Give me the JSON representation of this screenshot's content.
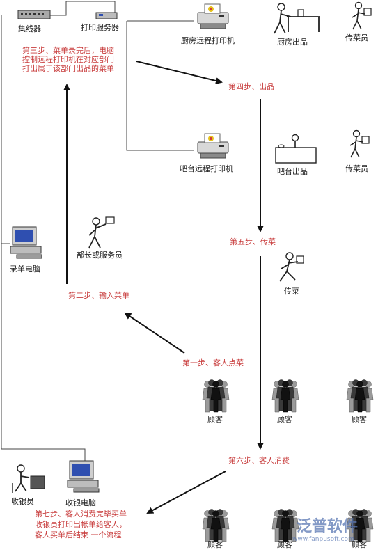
{
  "labels": {
    "hub": "集线器",
    "print_server": "打印服务器",
    "kitchen_printer": "厨房远程打印机",
    "kitchen_output": "厨房出品",
    "runner_top": "传菜员",
    "bar_printer": "吧台远程打印机",
    "bar_output": "吧台出品",
    "runner_mid": "传菜员",
    "order_pc": "录单电脑",
    "waiter": "部长或服务员",
    "runner_serve": "传菜",
    "customer_1": "顾客",
    "customer_2": "顾客",
    "customer_3": "顾客",
    "cashier": "收银员",
    "cashier_pc": "收银电脑",
    "customer_4": "顾客",
    "customer_5": "顾客",
    "customer_6": "顾客"
  },
  "steps": {
    "step1": "第一步、客人点菜",
    "step2": "第二步、输入菜单",
    "step3": "第三步、菜单录完后，电脑\n控制远程打印机在对应部门\n打出属于该部门出品的菜单",
    "step4": "第四步、出品",
    "step5": "第五步、传菜",
    "step6": "第六步、客人消费",
    "step7": "第七步、客人消费完毕买单\n收银员打印出帐单给客人，\n客人买单后结束 一个流程"
  },
  "watermark": {
    "brand": "泛普软件",
    "url": "www.fanpusoft.com"
  }
}
